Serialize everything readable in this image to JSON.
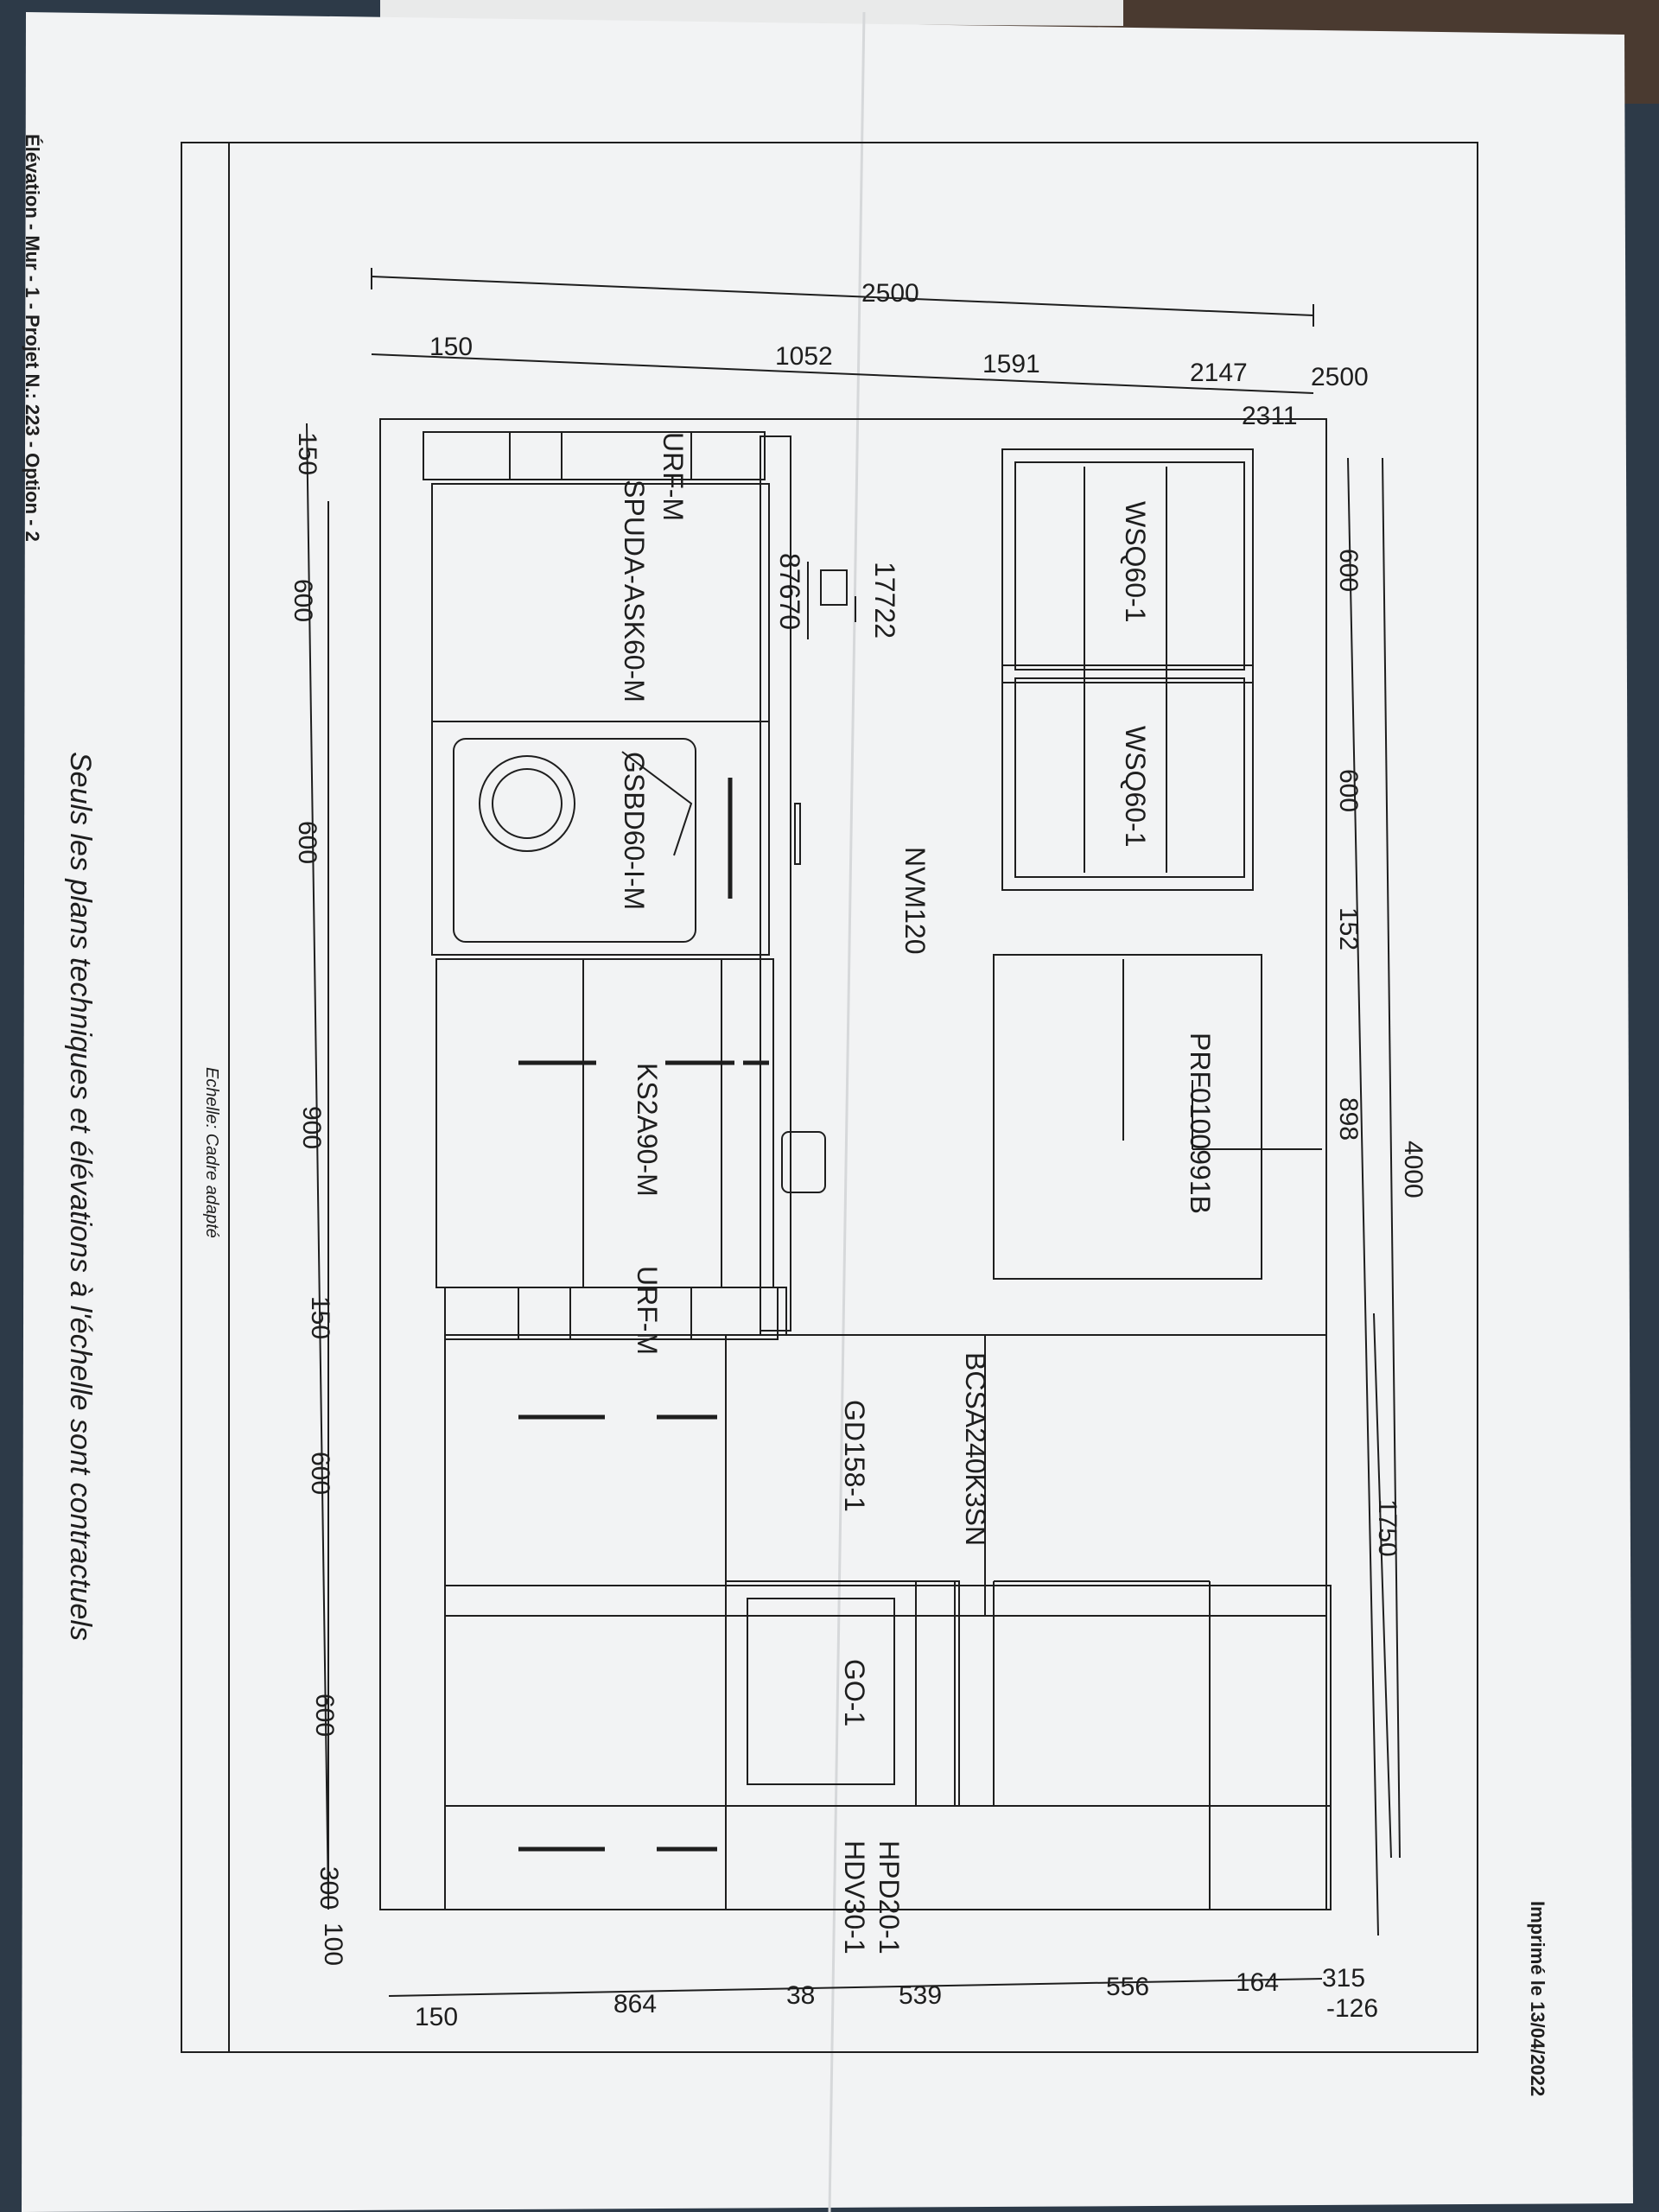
{
  "header": {
    "title": "Élévation - Mur - 1 - Projet N.: 223 - Option - 2",
    "printed": "Imprimé le 13/04/2022"
  },
  "footer": {
    "scale": "Echelle: Cadre adapté",
    "disclaimer": "Seuls les plans techniques et élévations à l'échelle sont contractuels"
  },
  "dimensions": {
    "overall_height": "2500",
    "height_marks": [
      "150",
      "1052",
      "1591",
      "2147",
      "2311",
      "2500"
    ],
    "wall_width": "4000",
    "right_width": "1750",
    "upper_widths": [
      "600",
      "600",
      "152",
      "898"
    ],
    "lower_widths": [
      "150",
      "600",
      "600",
      "900",
      "150",
      "600",
      "600",
      "300",
      "100"
    ],
    "right_heights": [
      "315",
      "-126",
      "164",
      "556",
      "539",
      "38",
      "864",
      "150"
    ]
  },
  "units": {
    "wall_cabinet_1": "WSQ60-1",
    "wall_cabinet_2": "WSQ60-1",
    "hood": "PRF0100991B",
    "backsplash": "NVM120",
    "tap": "17722",
    "sink": "87670",
    "base_left_top": "URF-M",
    "base_left": "SPUDA-ASK60-M",
    "dishwasher": "GSBD60-I-M",
    "drawer_base": "KS2A90-M",
    "filler_right": "URF-M",
    "fridge": "BCSA240K3SN",
    "tall_unit": "GD158-1",
    "oven": "GO-1",
    "tall_right_top": "HPD20-1",
    "tall_right_bottom": "HDV30-1"
  },
  "colors": {
    "paper": "#f2f3f4",
    "ink": "#1e1e1e",
    "table": "#4a3a30",
    "cloth": "#2d3a48"
  }
}
